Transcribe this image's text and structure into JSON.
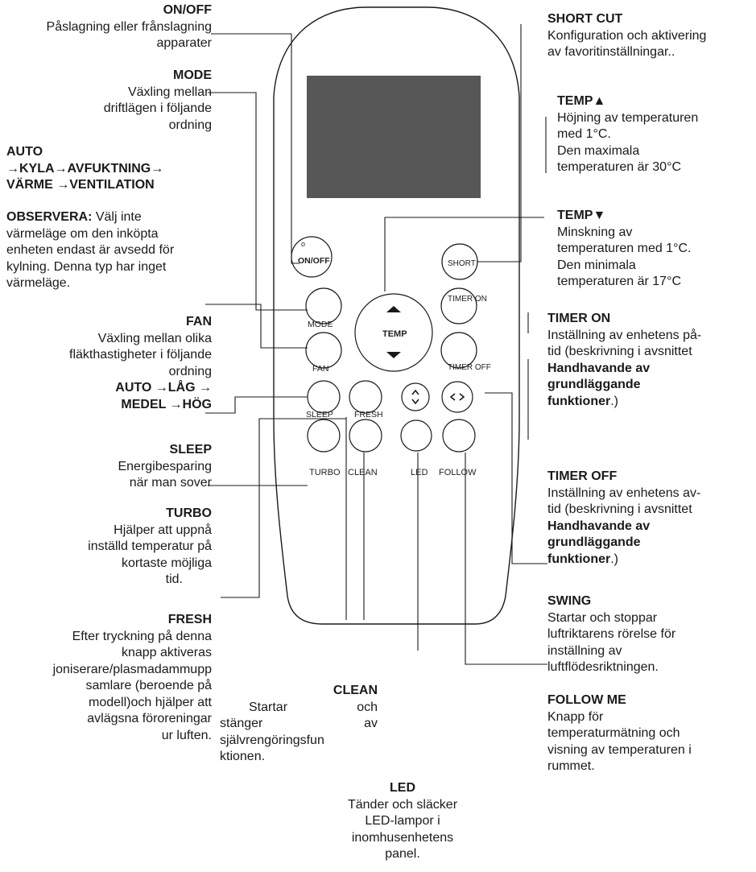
{
  "remote": {
    "buttons": {
      "on_off": "ON/OFF",
      "short_cut": "SHORT",
      "mode": "MODE",
      "timer_on": "TIMER ON",
      "fan": "FAN",
      "timer_off": "TIMER OFF",
      "temp": "TEMP",
      "sleep": "SLEEP",
      "fresh": "FRESH",
      "turbo": "TURBO",
      "clean": "CLEAN",
      "led": "LED",
      "follow": "FOLLOW"
    }
  },
  "labels": {
    "on_off": {
      "title": "ON/OFF",
      "l1": "Påslagning eller frånslagning",
      "l2": "apparater"
    },
    "mode": {
      "title": "MODE",
      "l1": "Växling mellan",
      "l2": "driftlägen i följande",
      "l3": "ordning"
    },
    "mode_seq": {
      "l1": "AUTO",
      "l2": "→KYLA→AVFUKTNING→",
      "l3": "VÄRME →VENTILATION"
    },
    "observera": {
      "title": "OBSERVERA:",
      "l1": " Välj inte",
      "l2": "värmeläge om den inköpta",
      "l3": "enheten endast är avsedd för",
      "l4": "kylning. Denna typ har inget",
      "l5": "värmeläge."
    },
    "fan": {
      "title": "FAN",
      "l1": "Växling mellan olika",
      "l2": "fläkthastigheter i följande",
      "l3": "ordning",
      "l4": "AUTO →LÅG →",
      "l5": "MEDEL →HÖG"
    },
    "sleep": {
      "title": "SLEEP",
      "l1": "Energibesparing",
      "l2": "när man sover"
    },
    "turbo": {
      "title": "TURBO",
      "l1": "Hjälper att uppnå",
      "l2": "inställd temperatur på",
      "l3": "kortaste möjliga",
      "l4": "tid."
    },
    "fresh": {
      "title": "FRESH",
      "l1": "Efter tryckning på denna",
      "l2": "knapp aktiveras",
      "l3": "joniserare/plasmadammupp",
      "l4": "samlare (beroende på",
      "l5": "modell)och hjälper att",
      "l6": "avlägsna föroreningar",
      "l7": "ur luften."
    },
    "clean": {
      "title": "CLEAN",
      "l1a": "Startar",
      "l1b": "och",
      "l2a": "stänger",
      "l2b": "av",
      "l3": "självrengöringsfun",
      "l4": "ktionen."
    },
    "led": {
      "title": "LED",
      "l1": "Tänder och släcker",
      "l2": "LED-lampor i",
      "l3": "inomhusenhetens",
      "l4": "panel."
    },
    "short_cut": {
      "title": "SHORT CUT",
      "l1": "Konfiguration och aktivering",
      "l2": "av favoritinställningar.."
    },
    "temp_up": {
      "title": "TEMP▲",
      "l1": "Höjning av temperaturen",
      "l2": "med 1°C.",
      "l3": "Den maximala",
      "l4": "temperaturen är 30°C"
    },
    "temp_down": {
      "title": "TEMP▼",
      "l1": "Minskning av",
      "l2": "temperaturen med 1°C.",
      "l3": "Den minimala",
      "l4": "temperaturen är 17°C"
    },
    "timer_on": {
      "title": "TIMER ON",
      "l1": "Inställning av enhetens på-",
      "l2": "tid (beskrivning i avsnittet",
      "l3": "Handhavande av",
      "l4": "grundläggande",
      "l5": "funktioner",
      "l5b": ".)"
    },
    "timer_off": {
      "title": "TIMER OFF",
      "l1": "Inställning av enhetens av-",
      "l2": "tid (beskrivning i avsnittet",
      "l3": "Handhavande av",
      "l4": "grundläggande",
      "l5": "funktioner",
      "l5b": ".)"
    },
    "swing": {
      "title": "SWING",
      "l1": "Startar och stoppar",
      "l2": "luftriktarens rörelse för",
      "l3": "inställning av",
      "l4": "luftflödesriktningen."
    },
    "follow_me": {
      "title": "FOLLOW ME",
      "l1": "Knapp för",
      "l2": "temperaturmätning och",
      "l3": "visning av temperaturen i",
      "l4": "rummet."
    }
  },
  "colors": {
    "line": "#1a1a1a",
    "lcd": "#575757",
    "body": "#ffffff"
  }
}
